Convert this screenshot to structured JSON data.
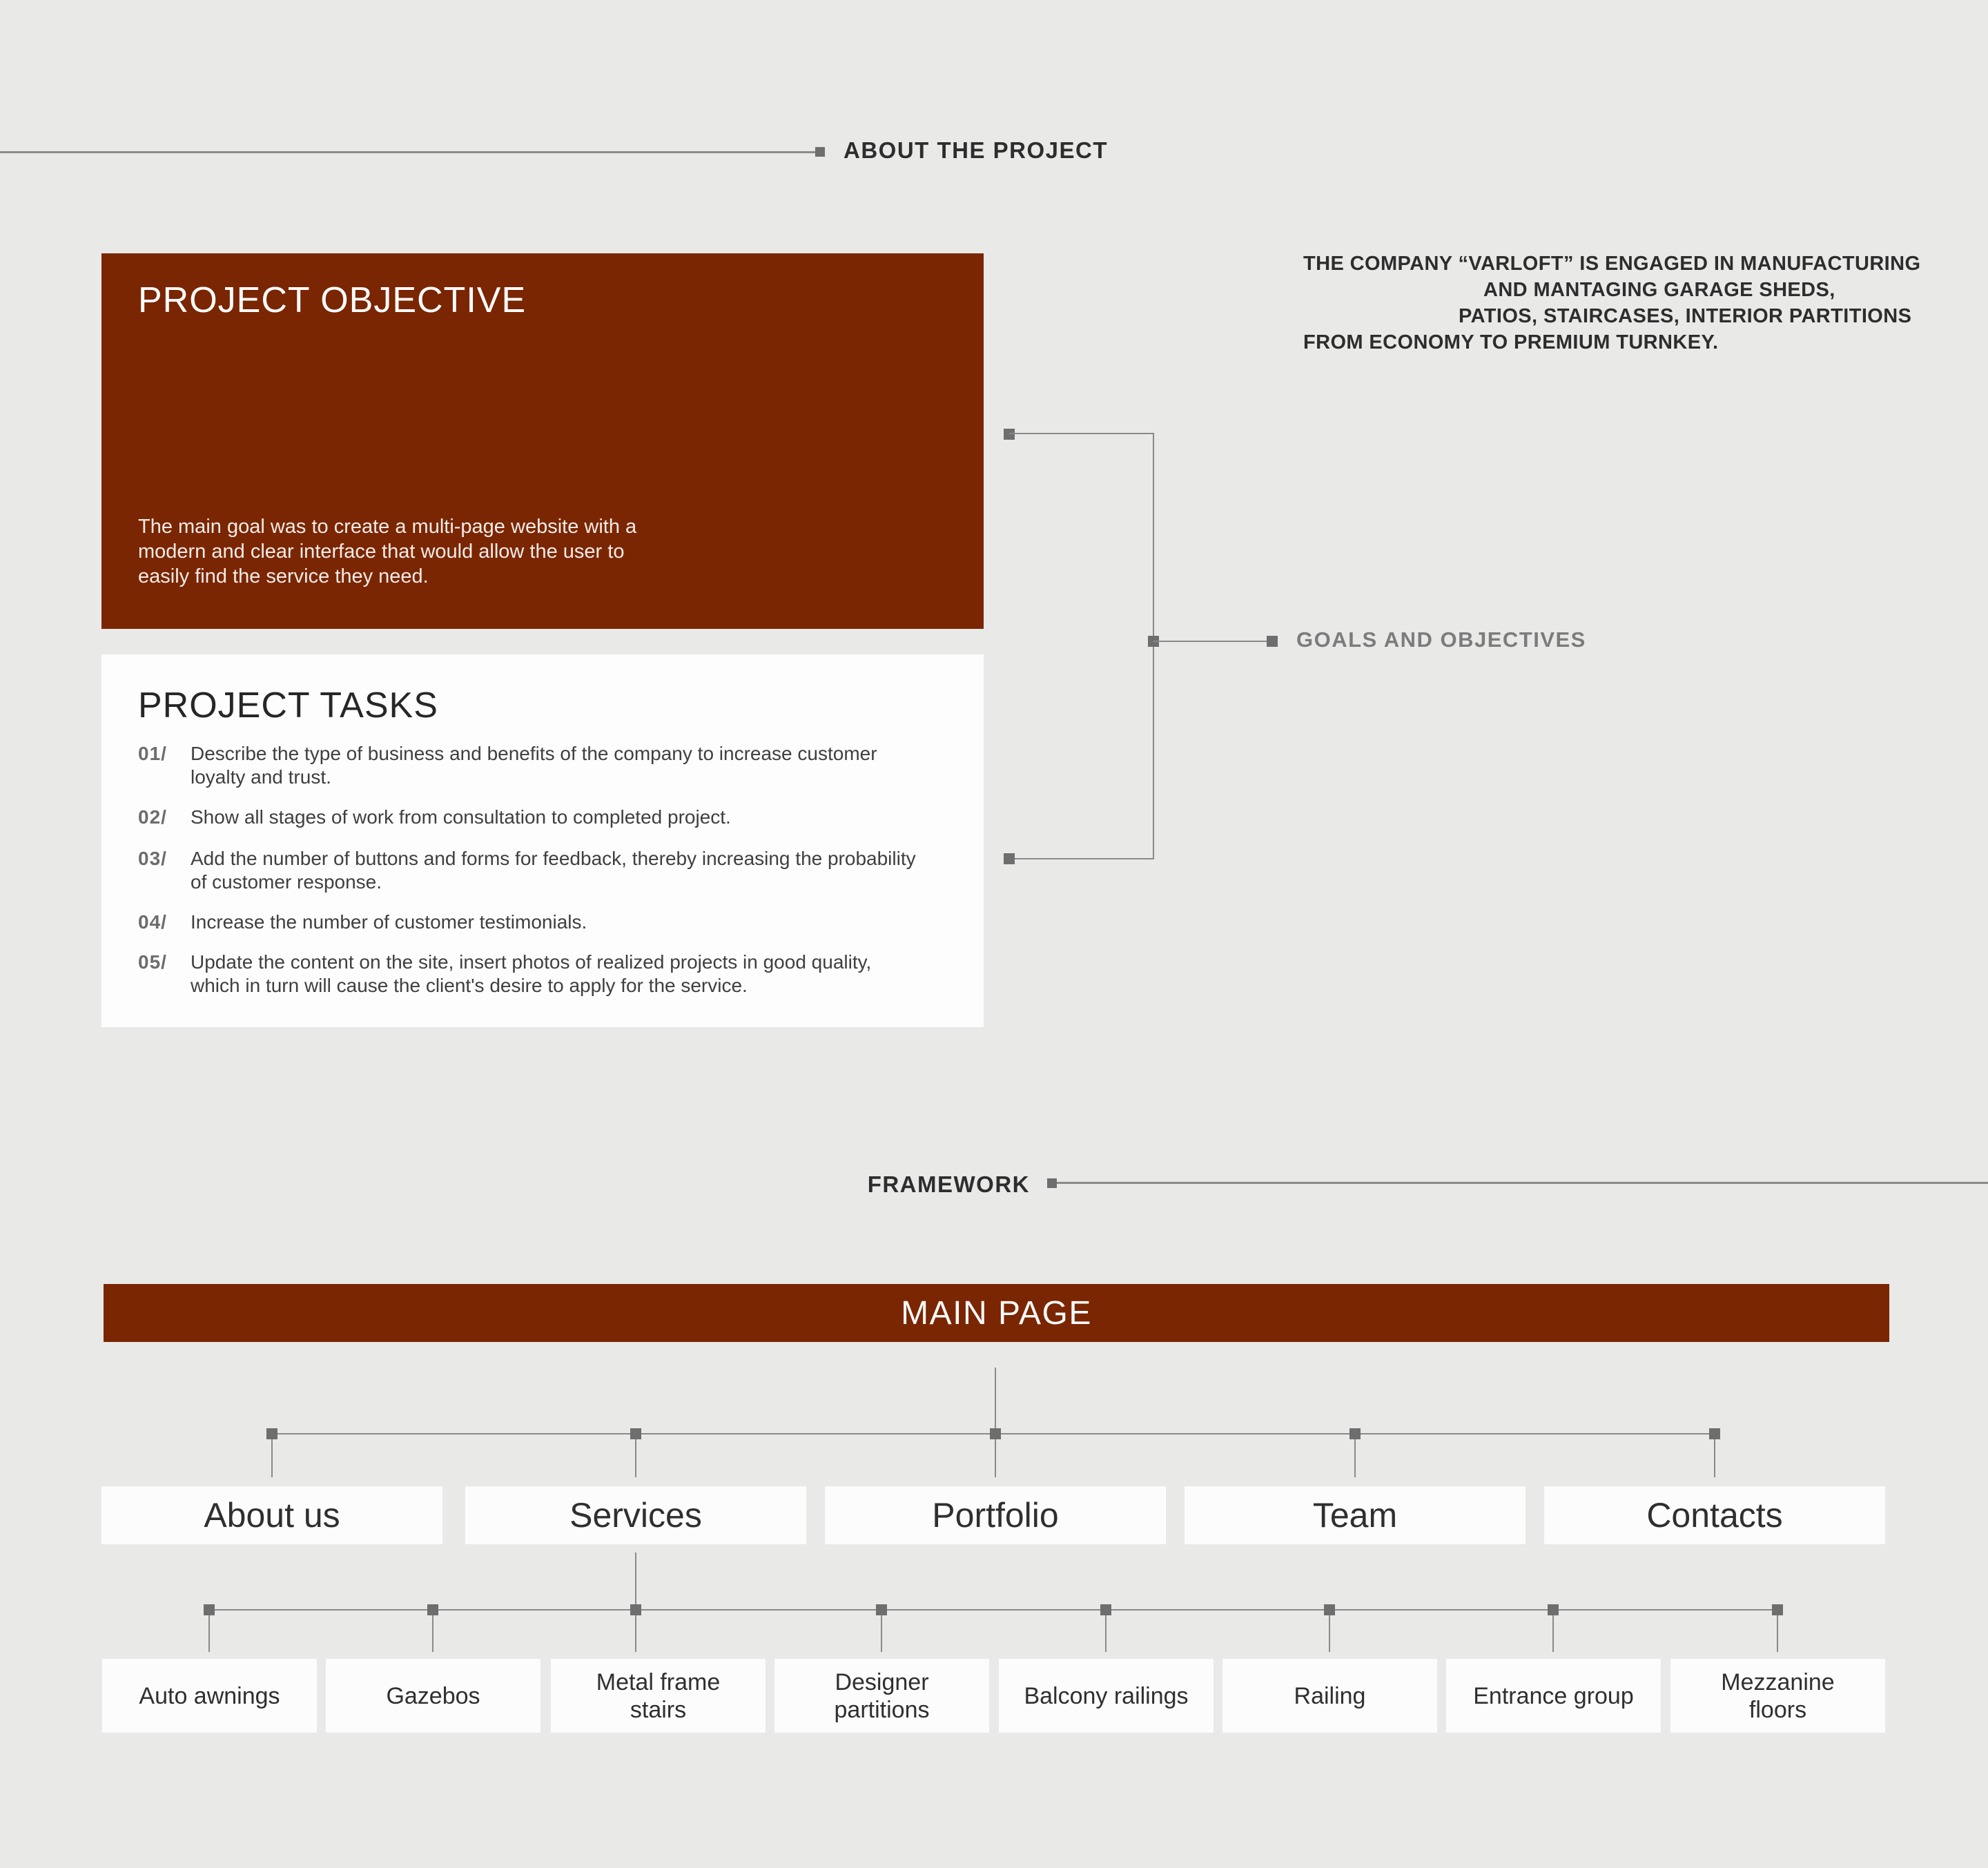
{
  "page": {
    "background": "#e9e9e8",
    "accent_red": "#7a2602",
    "line_gray": "#8a8a8a",
    "square_gray": "#6e6e6e"
  },
  "header": {
    "about_label": "ABOUT THE PROJECT",
    "goals_label": "GOALS AND OBJECTIVES",
    "framework_label": "FRAMEWORK"
  },
  "company": {
    "lines": [
      "THE COMPANY “VARLOFT” IS ENGAGED IN MANUFACTURING",
      "AND MANTAGING GARAGE SHEDS,",
      "PATIOS, STAIRCASES, INTERIOR PARTITIONS",
      "FROM ECONOMY TO PREMIUM TURNKEY."
    ]
  },
  "objective": {
    "title": "PROJECT OBJECTIVE",
    "paragraph": "The main goal was to create a multi-page website with a\nmodern and clear interface that would allow the user to\neasily find the service they need."
  },
  "tasks": {
    "title": "PROJECT TASKS",
    "items": [
      {
        "num": "01/",
        "text": "Describe the type of business and benefits of the company to increase customer\nloyalty and trust."
      },
      {
        "num": "02/",
        "text": "Show all stages of work from consultation to completed project."
      },
      {
        "num": "03/",
        "text": "Add the number of buttons and forms for feedback, thereby increasing the probability\nof customer response."
      },
      {
        "num": "04/",
        "text": "Increase the number of customer testimonials."
      },
      {
        "num": "05/",
        "text": "Update the content on the site, insert photos of realized projects in good quality,\nwhich in turn will cause the client's desire to apply for the service."
      }
    ]
  },
  "sitemap": {
    "main_page": "MAIN PAGE",
    "nav": [
      "About us",
      "Services",
      "Portfolio",
      "Team",
      "Contacts"
    ],
    "services_children": [
      "Auto awnings",
      "Gazebos",
      "Metal frame\nstairs",
      "Designer\npartitions",
      "Balcony railings",
      "Railing",
      "Entrance group",
      "Mezzanine\nfloors"
    ]
  }
}
